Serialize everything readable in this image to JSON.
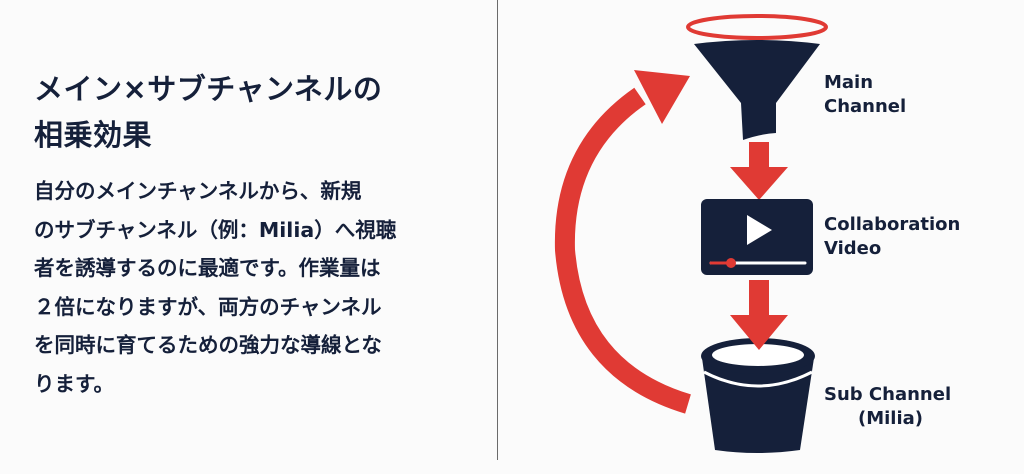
{
  "title_lines": [
    "メイン×サブチャンネルの",
    "相乗効果"
  ],
  "body_lines": [
    "自分のメインチャンネルから、新規",
    "のサブチャンネル（例：Milia）へ視聴",
    "者を誘導するのに最適です。作業量は",
    "２倍になりますが、両方のチャンネル",
    "を同時に育てるための強力な導線とな",
    "ります。"
  ],
  "diagram": {
    "main_channel": [
      "Main",
      "Channel"
    ],
    "collab_video": [
      "Collaboration",
      "Video"
    ],
    "sub_channel": [
      "Sub Channel",
      "(Milia)"
    ]
  },
  "colors": {
    "navy": "#15203a",
    "red": "#e03a34"
  }
}
